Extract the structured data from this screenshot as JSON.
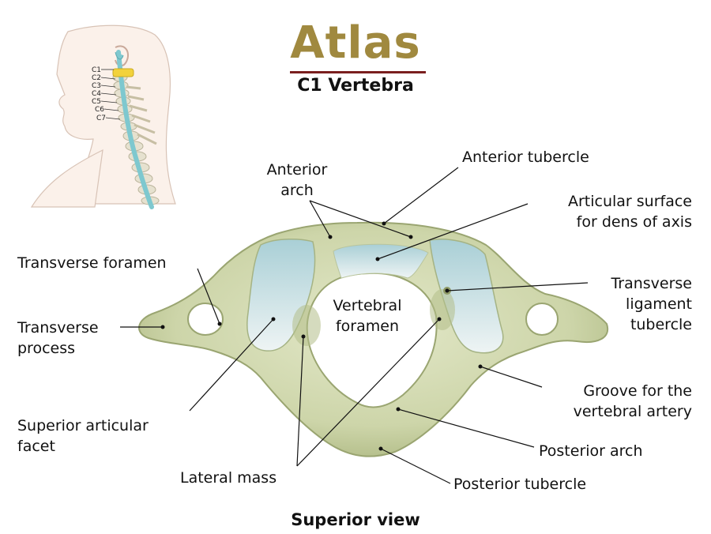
{
  "title": "Atlas",
  "subtitle": "C1 Vertebra",
  "caption": "Superior view",
  "colors": {
    "title_gold": "#a0893f",
    "title_rule": "#7a1f1f",
    "bone": "#cfd7ad",
    "bone_shadow": "#a8b47e",
    "cartilage": "#c3dde2",
    "spine_canal": "#7ec8cf",
    "c1_highlight": "#f2d23c"
  },
  "inset": {
    "vertebra_labels": [
      "C1",
      "C2",
      "C3",
      "C4",
      "C5",
      "C6",
      "C7"
    ]
  },
  "labels": {
    "anterior_arch": "Anterior\narch",
    "anterior_tubercle": "Anterior tubercle",
    "articular_surface_dens": "Articular surface\nfor dens of axis",
    "transverse_foramen": "Transverse foramen",
    "transverse_process": "Transverse\nprocess",
    "vertebral_foramen": "Vertebral\nforamen",
    "transverse_ligament_tubercle": "Transverse\nligament\ntubercle",
    "groove_vertebral_artery": "Groove for the\nvertebral artery",
    "superior_articular_facet": "Superior articular\nfacet",
    "posterior_arch": "Posterior arch",
    "lateral_mass": "Lateral mass",
    "posterior_tubercle": "Posterior tubercle"
  }
}
